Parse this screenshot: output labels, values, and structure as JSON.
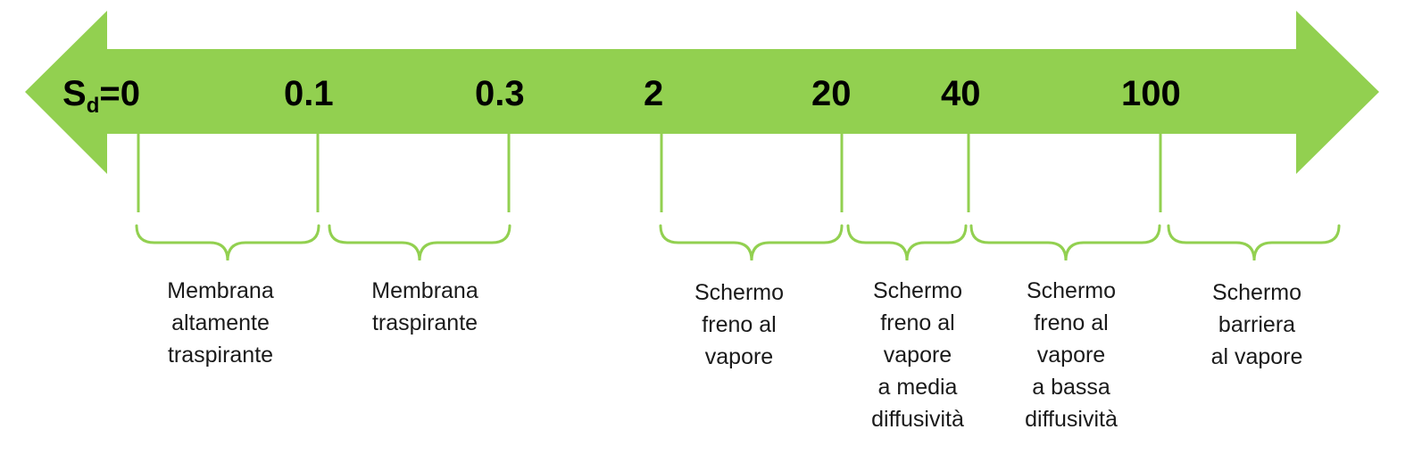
{
  "colors": {
    "arrow": "#92d050",
    "lines": "#92d050",
    "text": "#000000"
  },
  "axis": {
    "symbol_main": "S",
    "symbol_sub": "d",
    "first_value": "=0"
  },
  "ticks": [
    {
      "value": "0"
    },
    {
      "value": "0.1"
    },
    {
      "value": "0.3"
    },
    {
      "value": "2"
    },
    {
      "value": "20"
    },
    {
      "value": "40"
    },
    {
      "value": "100"
    }
  ],
  "ranges": [
    {
      "id": "membrana-altamente-traspirante",
      "lines": [
        "Membrana",
        "altamente",
        "traspirante"
      ]
    },
    {
      "id": "membrana-traspirante",
      "lines": [
        "Membrana",
        "traspirante"
      ]
    },
    {
      "id": "schermo-freno-al-vapore",
      "lines": [
        "Schermo",
        "freno al",
        "vapore"
      ]
    },
    {
      "id": "schermo-freno-media",
      "lines": [
        "Schermo",
        "freno al",
        "vapore",
        "a media",
        "diffusività"
      ]
    },
    {
      "id": "schermo-freno-bassa",
      "lines": [
        "Schermo",
        "freno al",
        "vapore",
        "a bassa",
        "diffusività"
      ]
    },
    {
      "id": "schermo-barriera",
      "lines": [
        "Schermo",
        "barriera",
        "al vapore"
      ]
    }
  ]
}
